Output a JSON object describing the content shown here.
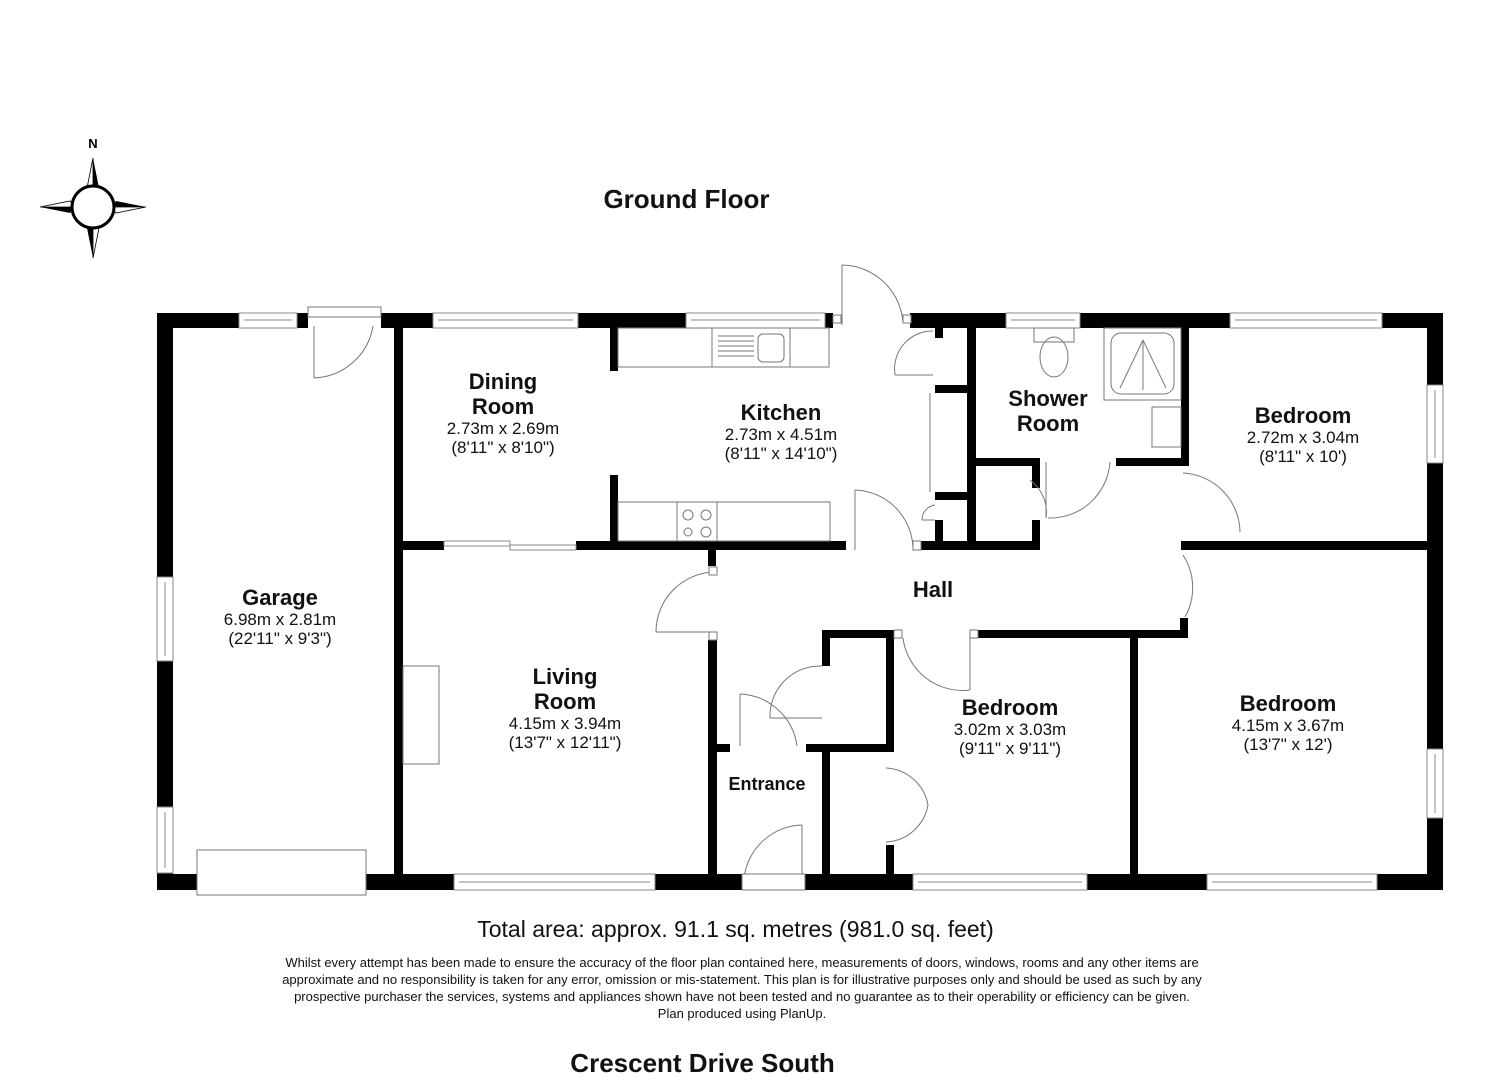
{
  "plan": {
    "floor_title": "Ground Floor",
    "compass": {
      "label": "N",
      "icon": "compass-rose-icon"
    },
    "rooms": [
      {
        "id": "garage",
        "name": "Garage",
        "metric": "6.98m x 2.81m",
        "imperial": "(22'11\" x 9'3\")"
      },
      {
        "id": "dining-room",
        "name": "Dining Room",
        "name_lines": [
          "Dining",
          "Room"
        ],
        "metric": "2.73m x 2.69m",
        "imperial": "(8'11\" x 8'10\")"
      },
      {
        "id": "kitchen",
        "name": "Kitchen",
        "metric": "2.73m x 4.51m",
        "imperial": "(8'11\" x 14'10\")"
      },
      {
        "id": "shower-room",
        "name": "Shower Room",
        "name_lines": [
          "Shower",
          "Room"
        ],
        "metric": "",
        "imperial": ""
      },
      {
        "id": "bedroom-1",
        "name": "Bedroom",
        "metric": "2.72m x 3.04m",
        "imperial": "(8'11\" x 10')"
      },
      {
        "id": "hall",
        "name": "Hall",
        "metric": "",
        "imperial": ""
      },
      {
        "id": "living-room",
        "name": "Living Room",
        "name_lines": [
          "Living",
          "Room"
        ],
        "metric": "4.15m x 3.94m",
        "imperial": "(13'7\" x 12'11\")"
      },
      {
        "id": "entrance",
        "name": "Entrance",
        "metric": "",
        "imperial": ""
      },
      {
        "id": "bedroom-2",
        "name": "Bedroom",
        "metric": "3.02m x 3.03m",
        "imperial": "(9'11\" x 9'11\")"
      },
      {
        "id": "bedroom-3",
        "name": "Bedroom",
        "metric": "4.15m x 3.67m",
        "imperial": "(13'7\" x 12')"
      }
    ],
    "fixtures": [
      "kitchen-sink-icon",
      "hob-icon",
      "toilet-icon",
      "shower-tray-icon",
      "wash-basin-icon",
      "fireplace-icon",
      "garage-door-icon"
    ]
  },
  "footer": {
    "total_area": "Total area: approx. 91.1 sq. metres (981.0 sq. feet)",
    "disclaimer": "Whilst every attempt has been made to ensure the accuracy of the floor plan contained here, measurements of doors, windows, rooms and any other items are approximate and no responsibility is taken for any error, omission or mis-statement. This plan is for illustrative purposes only and should be used as such by any prospective purchaser the services, systems and appliances shown have not been tested and no guarantee as to their operability or efficiency can be given.",
    "produced_by": "Plan produced using PlanUp.",
    "address": "Crescent Drive South"
  },
  "colors": {
    "wall": "#000000",
    "line": "#777777",
    "background": "#ffffff"
  }
}
